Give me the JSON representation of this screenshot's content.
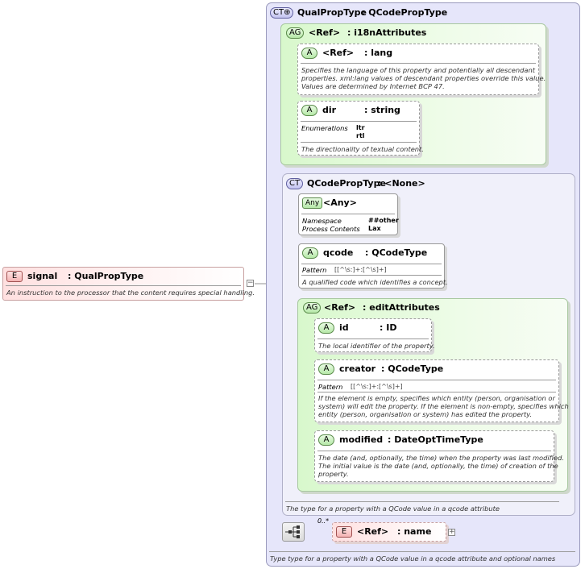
{
  "root_element": {
    "badge": "E",
    "name": "signal",
    "type": ": QualPropType",
    "doc": "An instruction to the processor that the content requires special handling.",
    "toggle": "−"
  },
  "qualproptype": {
    "badge": "CT⊕",
    "name": "QualPropType",
    "type": ": QCodePropType",
    "doc": "Type type for a property with a  QCode value in a qcode attribute and optional names"
  },
  "i18n_group": {
    "badge": "AG",
    "name": "<Ref>",
    "type": ": i18nAttributes"
  },
  "lang_attr": {
    "badge": "A",
    "name": "<Ref>",
    "type": ": lang",
    "doc_lines": [
      "Specifies the language of this property and potentially all descendant",
      "properties. xml:lang values of descendant properties override this value.",
      "Values are determined by Internet BCP 47."
    ]
  },
  "dir_attr": {
    "badge": "A",
    "name": "dir",
    "type": ": string",
    "enum_label": "Enumerations",
    "enum_values": [
      "ltr",
      "rtl"
    ],
    "doc": "The directionality of textual content."
  },
  "qcodeproptype": {
    "badge": "CT",
    "name": "QCodePropType",
    "type": ": <None>",
    "doc": "The type for a property with a QCode value in a qcode attribute"
  },
  "any_attr": {
    "badge": "Any",
    "name": "<Any>",
    "namespace_label": "Namespace",
    "namespace_value": "##other",
    "process_label": "Process Contents",
    "process_value": "Lax"
  },
  "qcode_attr": {
    "badge": "A",
    "name": "qcode",
    "type": ": QCodeType",
    "pattern_label": "Pattern",
    "pattern_value": "[[^\\s:]+:[^\\s]+]",
    "doc": "A qualified code which identifies a concept."
  },
  "edit_group": {
    "badge": "AG",
    "name": "<Ref>",
    "type": ": editAttributes"
  },
  "id_attr": {
    "badge": "A",
    "name": "id",
    "type": ": ID",
    "doc": "The local identifier of the property."
  },
  "creator_attr": {
    "badge": "A",
    "name": "creator",
    "type": ": QCodeType",
    "pattern_label": "Pattern",
    "pattern_value": "[[^\\s:]+:[^\\s]+]",
    "doc_lines": [
      "If the element is empty, specifies which entity (person, organisation or",
      "system) will edit the property. If the element is non-empty, specifies which",
      "entity (person, organisation or system) has edited the property."
    ]
  },
  "modified_attr": {
    "badge": "A",
    "name": "modified",
    "type": ": DateOptTimeType",
    "doc_lines": [
      "The date (and, optionally, the time) when the property was last modified.",
      "The initial value is the date (and, optionally, the time) of creation of the",
      "property."
    ]
  },
  "name_element": {
    "badge": "E",
    "name": "<Ref>",
    "type": ": name",
    "occurrence": "0..*",
    "toggle": "+"
  }
}
